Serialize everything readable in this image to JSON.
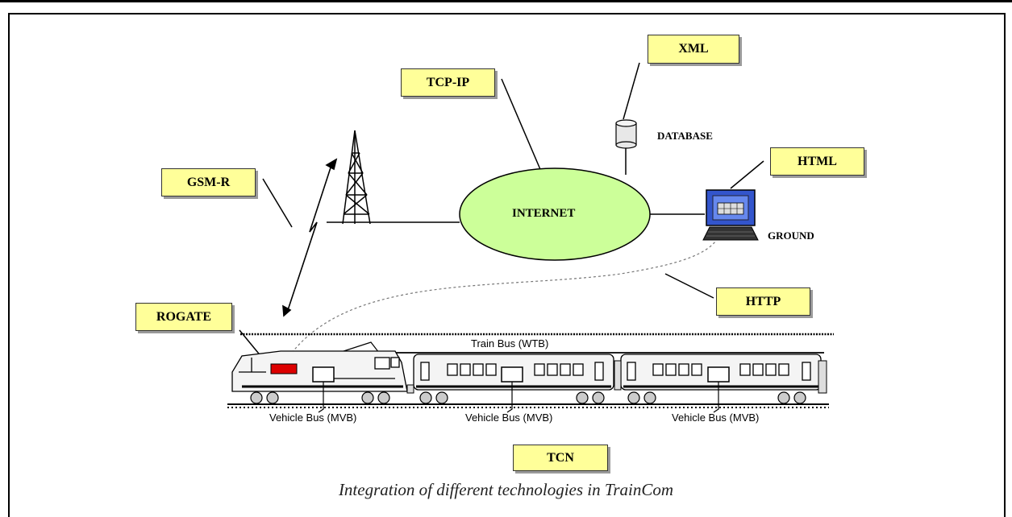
{
  "labels": {
    "xml": "XML",
    "tcp_ip": "TCP-IP",
    "gsm_r": "GSM-R",
    "html": "HTML",
    "http": "HTTP",
    "rogate": "ROGATE",
    "tcn": "TCN"
  },
  "nodes": {
    "internet": "INTERNET",
    "database": "DATABASE",
    "ground": "GROUND"
  },
  "train": {
    "train_bus": "Train Bus (WTB)",
    "vehicle_bus": [
      "Vehicle Bus (MVB)",
      "Vehicle Bus (MVB)",
      "Vehicle Bus (MVB)"
    ]
  },
  "caption": "Integration of different technologies in TrainCom",
  "colors": {
    "label_fill": "#ffff99",
    "internet_fill": "#ccff99",
    "rogate_device": "#dd0000",
    "terminal_screen": "#3355cc"
  }
}
